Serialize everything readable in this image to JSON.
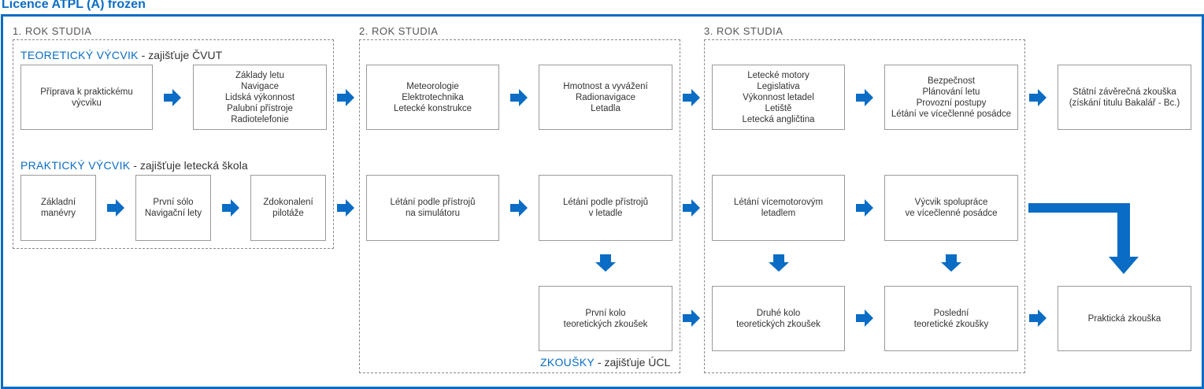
{
  "title": "Licence ATPL (A) frozen",
  "colors": {
    "accent": "#0a6cc4",
    "box_border": "#9a9a9a",
    "text": "#333333"
  },
  "years": [
    {
      "label": "1. ROK STUDIA"
    },
    {
      "label": "2. ROK STUDIA"
    },
    {
      "label": "3. ROK STUDIA"
    }
  ],
  "sections": {
    "theory": {
      "keyword": "TEORETICKÝ VÝCVIK",
      "rest": " - zajišťuje ČVUT"
    },
    "practice": {
      "keyword": "PRAKTICKÝ VÝCVIK",
      "rest": " - zajišťuje letecká škola"
    },
    "exams": {
      "keyword": "ZKOUŠKY",
      "rest": " - zajišťuje ÚCL"
    }
  },
  "boxes": {
    "priprava": "Příprava k praktickému\nvýcviku",
    "zaklady": "Základy letu\nNavigace\nLidská výkonnost\nPalubní přístroje\nRadiotelefonie",
    "meteo": "Meteorologie\nElektrotechnika\nLetecké konstrukce",
    "hmotnost": "Hmotnost a vyvážení\nRadionavigace\nLetadla",
    "motory": "Letecké motory\nLegislativa\nVýkonnost letadel\nLetiště\nLetecká angličtina",
    "bezpecnost": "Bezpečnost\nPlánování letu\nProvozní postupy\nLétání ve vícečlenné posádce",
    "statni": "Státní závěrečná zkouška\n(získání titulu Bakalář - Bc.)",
    "manevry": "Základní\nmanévry",
    "solo": "První sólo\nNavigační lety",
    "pilotaz": "Zdokonalení\npilotáže",
    "simulator": "Létání podle přístrojů\nna simulátoru",
    "letadle": "Létání podle přístrojů\nv letadle",
    "vicemotor": "Létání vícemotorovým\nletadlem",
    "spoluprace": "Výcvik spolupráce\nve vícečlenné posádce",
    "prvni_kolo": "První kolo\nteoretických zkoušek",
    "druhe_kolo": "Druhé kolo\nteoretických zkoušek",
    "posledni": "Poslední\nteoretické zkoušky",
    "prakticka": "Praktická zkouška"
  }
}
